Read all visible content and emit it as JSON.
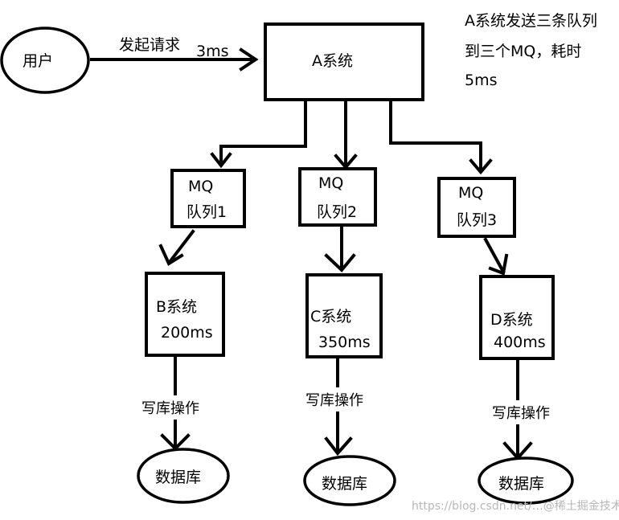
{
  "user": "用户",
  "request": "发起请求",
  "request_time": "3ms",
  "system_a": "A系统",
  "note": [
    "A系统发送三条队列",
    "到三个MQ，耗时",
    "5ms"
  ],
  "queues": [
    {
      "line1": "MQ",
      "line2": "队列1"
    },
    {
      "line1": "MQ",
      "line2": "队列2"
    },
    {
      "line1": "MQ",
      "line2": "队列3"
    }
  ],
  "systems": [
    {
      "name": "B系统",
      "time": "200ms"
    },
    {
      "name": "C系统",
      "time": "350ms"
    },
    {
      "name": "D系统",
      "time": "400ms"
    }
  ],
  "write_op": [
    "写库操作",
    "写库操作",
    "写库操作"
  ],
  "databases": [
    "数据库",
    "数据库",
    "数据库"
  ],
  "watermark": "https://blog.csdn.net/…@稀土掘金技术社区"
}
